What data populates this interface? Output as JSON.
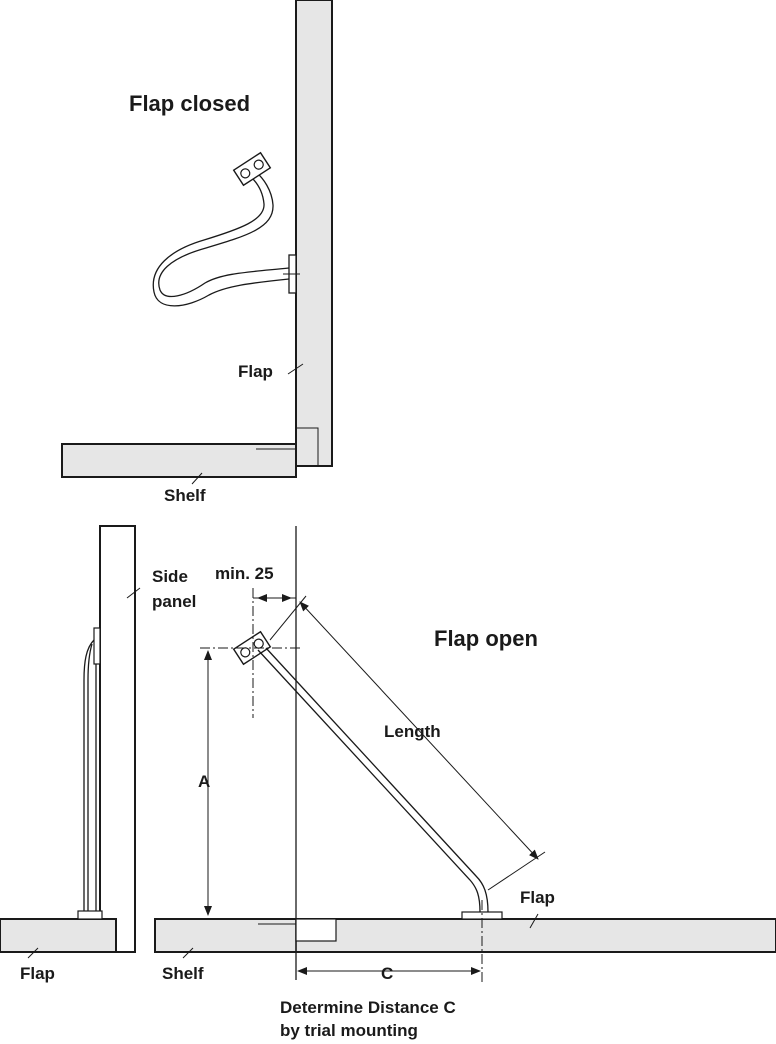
{
  "titles": {
    "closed": "Flap closed",
    "open": "Flap open"
  },
  "labels": {
    "flap_closed": "Flap",
    "shelf_top": "Shelf",
    "side_panel_line1": "Side",
    "side_panel_line2": "panel",
    "min": "min. 25",
    "length": "Length",
    "a": "A",
    "flap_open": "Flap",
    "flap_left": "Flap",
    "shelf_bottom": "Shelf",
    "c": "C",
    "note_line1": "Determine Distance C",
    "note_line2": "by trial mounting"
  },
  "colors": {
    "panel_fill": "#e6e6e6",
    "stroke": "#1a1a1a"
  }
}
